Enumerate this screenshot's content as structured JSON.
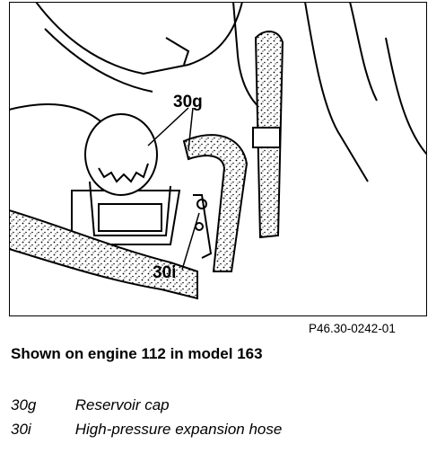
{
  "diagram": {
    "callouts": {
      "reservoir_cap": "30g",
      "hose": "30i"
    },
    "figure_code": "P46.30-0242-01"
  },
  "caption": "Shown on engine 112 in model 163",
  "legend": [
    {
      "code": "30g",
      "text": "Reservoir cap"
    },
    {
      "code": "30i",
      "text": "High-pressure expansion hose"
    }
  ]
}
